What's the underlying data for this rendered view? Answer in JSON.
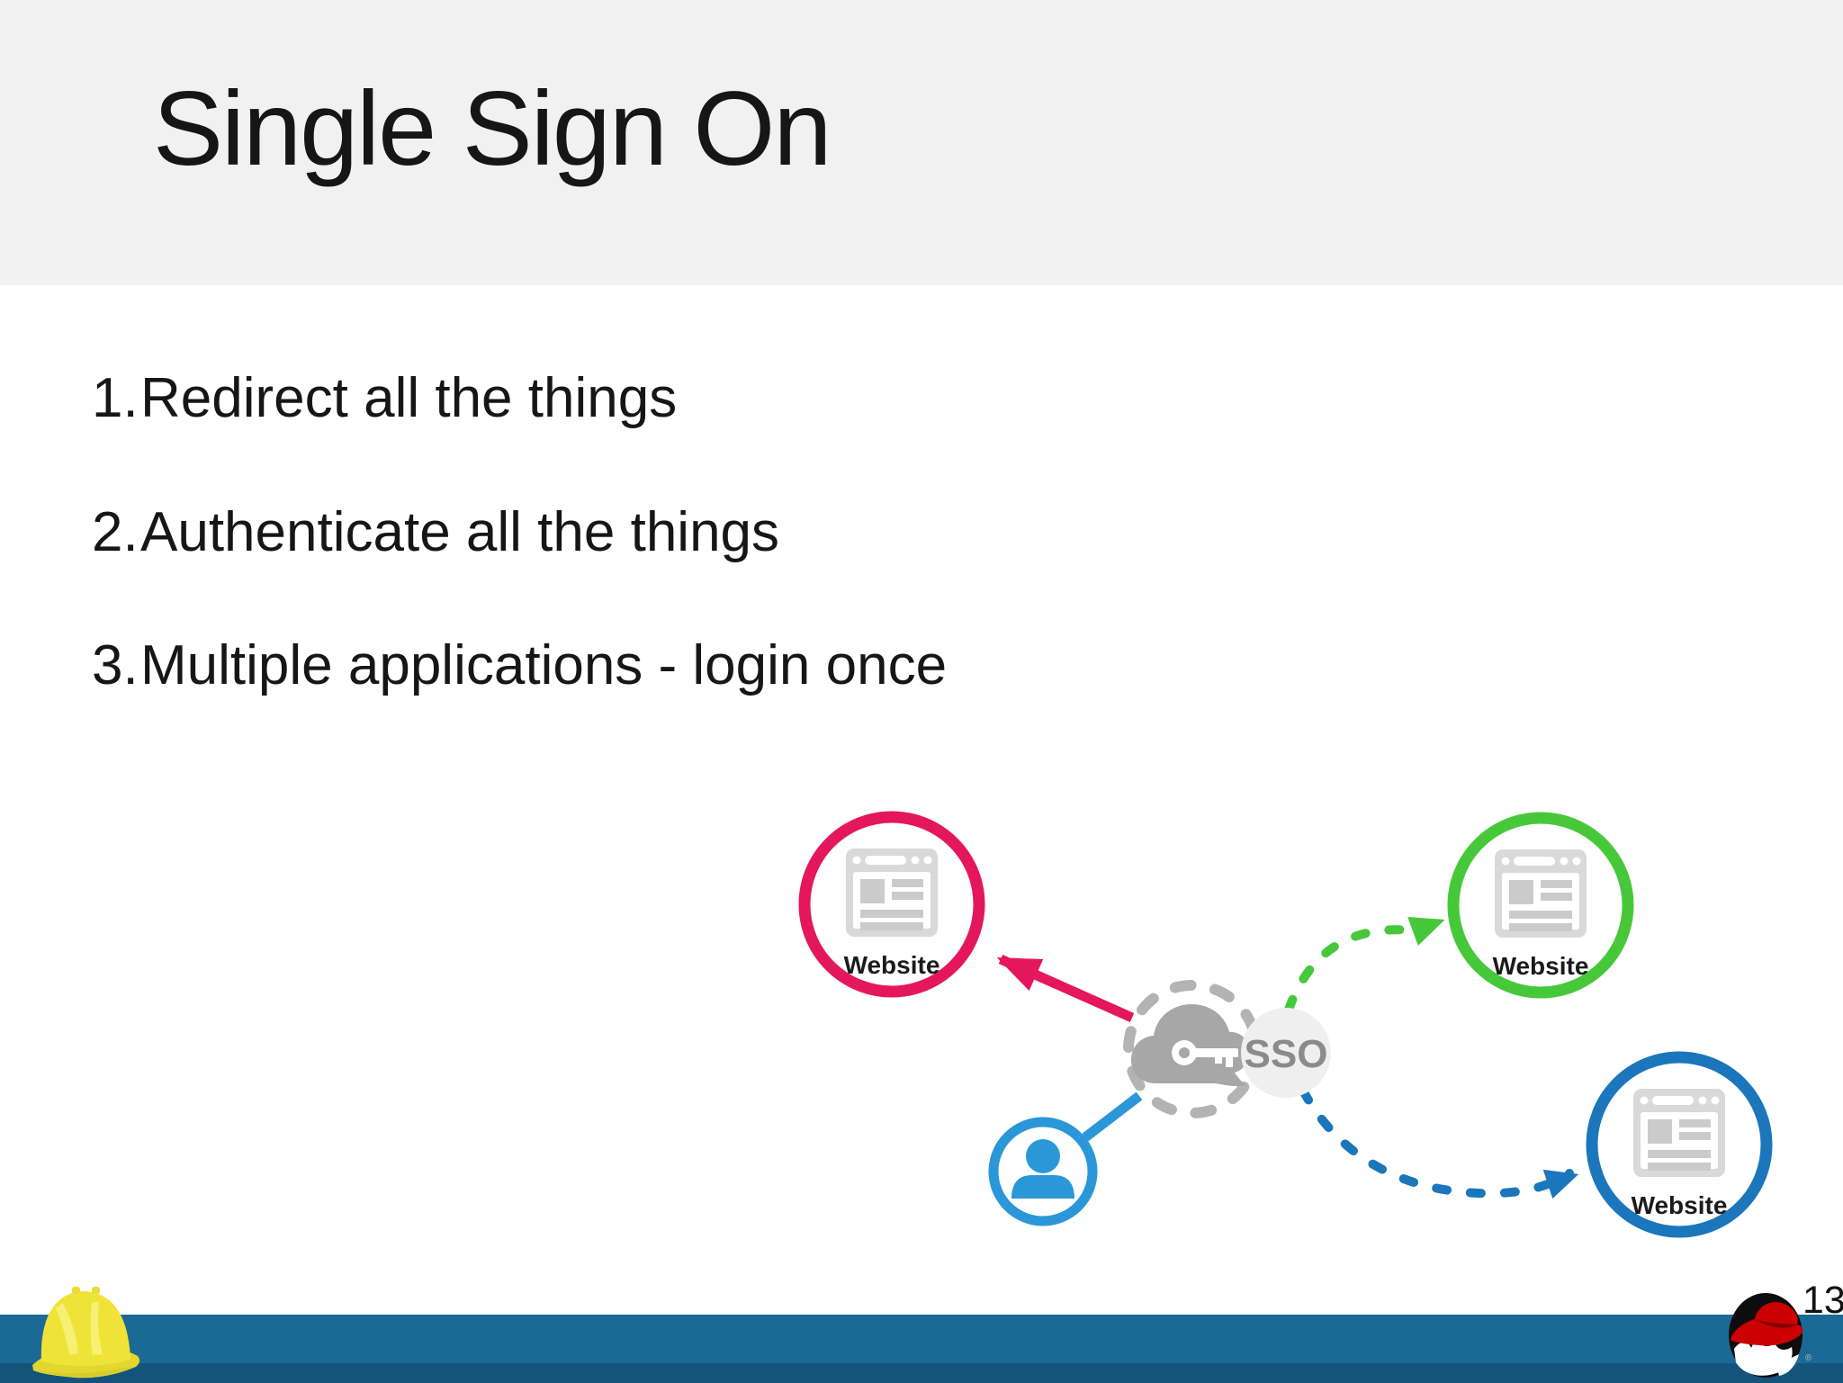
{
  "slide": {
    "title": "Single Sign On",
    "page_number": "13",
    "background": "#ffffff",
    "header_bg": "#f1f1f2",
    "text_color": "#161616"
  },
  "list": {
    "items": [
      {
        "num": "1.",
        "text": "Redirect all the things"
      },
      {
        "num": "2.",
        "text": "Authenticate all the things"
      },
      {
        "num": "3.",
        "text": "Multiple applications - login once"
      }
    ]
  },
  "diagram": {
    "website_label": "Website",
    "sso_label": "SSO",
    "nodes": [
      {
        "id": "website-pink",
        "label": "Website",
        "color": "#e4175c"
      },
      {
        "id": "website-green",
        "label": "Website",
        "color": "#47c83a"
      },
      {
        "id": "website-blue",
        "label": "Website",
        "color": "#1b76bc"
      },
      {
        "id": "user",
        "color": "#2a97d8"
      },
      {
        "id": "sso-hub",
        "label": "SSO",
        "color": "#b3b3b3"
      }
    ],
    "colors": {
      "pink": "#e4175c",
      "green": "#47c83a",
      "blue": "#1b76bc",
      "light_blue": "#2a97d8",
      "gray_dashed": "#b3b3b3",
      "cloud_gray": "#a7a7a7",
      "sso_bubble": "#efefef",
      "sso_text": "#8b8b8b"
    }
  },
  "footer": {
    "bar_color": "#1b6a95",
    "bar_dark_color": "#14547a",
    "left_icon": "hard-hat-icon",
    "right_icon": "red-hat-logo",
    "trademark": "®"
  }
}
